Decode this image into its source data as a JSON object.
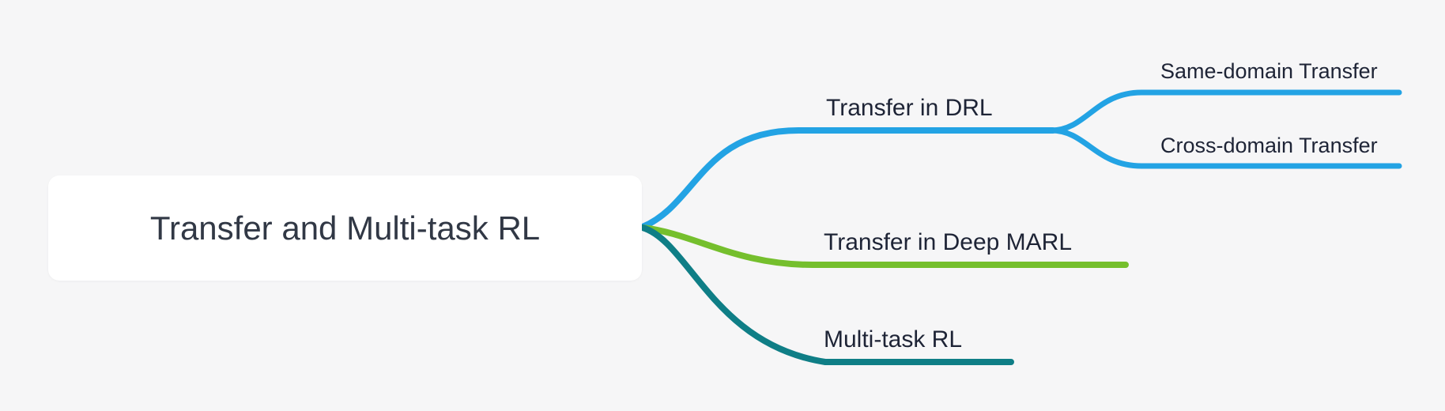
{
  "colors": {
    "bg": "#f6f6f7",
    "rootBg": "#ffffff",
    "rootText": "#313845",
    "labelText": "#1e2436",
    "blue": "#23a3e4",
    "green": "#75bf2d",
    "teal": "#0f7e86"
  },
  "root": {
    "label": "Transfer and Multi-task RL"
  },
  "branches": [
    {
      "label": "Transfer in DRL",
      "color": "#23a3e4",
      "children": [
        {
          "label": "Same-domain Transfer",
          "color": "#23a3e4"
        },
        {
          "label": "Cross-domain Transfer",
          "color": "#23a3e4"
        }
      ]
    },
    {
      "label": "Transfer in Deep MARL",
      "color": "#75bf2d",
      "children": []
    },
    {
      "label": "Multi-task RL",
      "color": "#0f7e86",
      "children": []
    }
  ]
}
